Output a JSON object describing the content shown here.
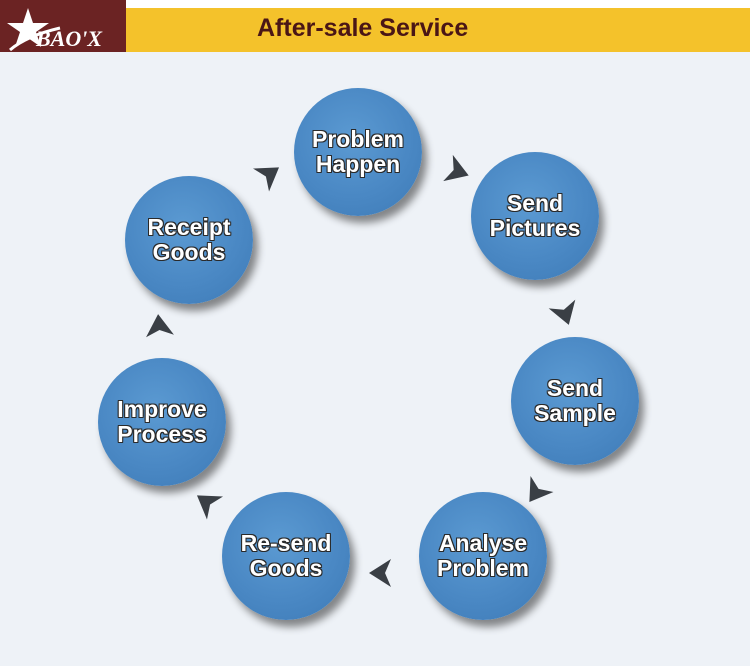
{
  "header": {
    "logo_text": "BAO'X",
    "title": "After-sale Service"
  },
  "colors": {
    "header_bar": "#f4c22b",
    "logo_badge": "#6b2323",
    "title_text": "#4a1616",
    "circle_fill": "#4a88c4",
    "arrow": "#3a3f45",
    "background": "#eef2f7"
  },
  "cycle": {
    "steps": [
      {
        "id": "problem-happen",
        "label": "Problem\nHappen"
      },
      {
        "id": "send-pictures",
        "label": "Send\nPictures"
      },
      {
        "id": "send-sample",
        "label": "Send\nSample"
      },
      {
        "id": "analyse-problem",
        "label": "Analyse\nProblem"
      },
      {
        "id": "re-send-goods",
        "label": "Re-send\nGoods"
      },
      {
        "id": "improve-process",
        "label": "Improve\nProcess"
      },
      {
        "id": "receipt-goods",
        "label": "Receipt\nGoods"
      }
    ],
    "arrow_icon": "triangle-arrow-icon"
  }
}
